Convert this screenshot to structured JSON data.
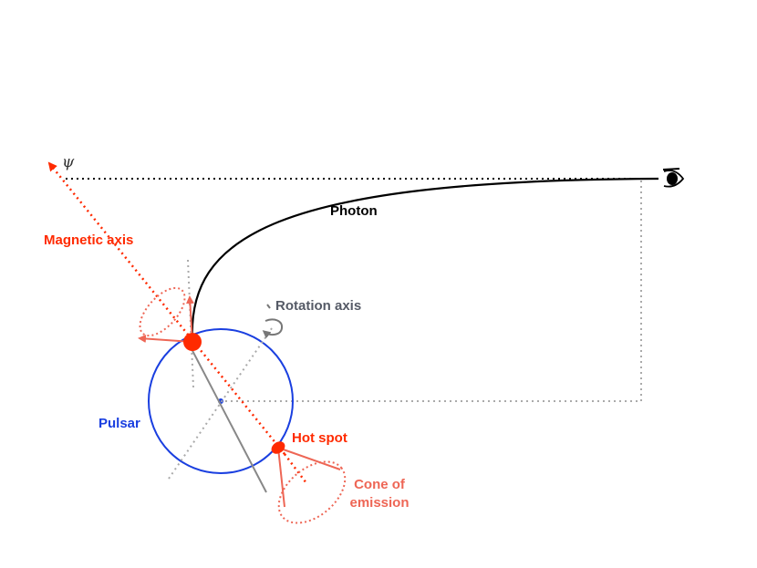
{
  "labels": {
    "psi": "ψ",
    "magnetic_axis": "Magnetic axis",
    "photon": "Photon",
    "rotation_axis": "Rotation axis",
    "pulsar": "Pulsar",
    "hot_spot": "Hot spot",
    "cone_line1": "Cone of",
    "cone_line2": "emission"
  },
  "icons": {
    "observer": "eye-icon"
  },
  "colors": {
    "magnetic": "#ff2a00",
    "cone": "#ee6655",
    "pulsar": "#1a3fe0",
    "rotation": "#555a66",
    "photon": "#000000",
    "guide": "#aaaaaa"
  }
}
